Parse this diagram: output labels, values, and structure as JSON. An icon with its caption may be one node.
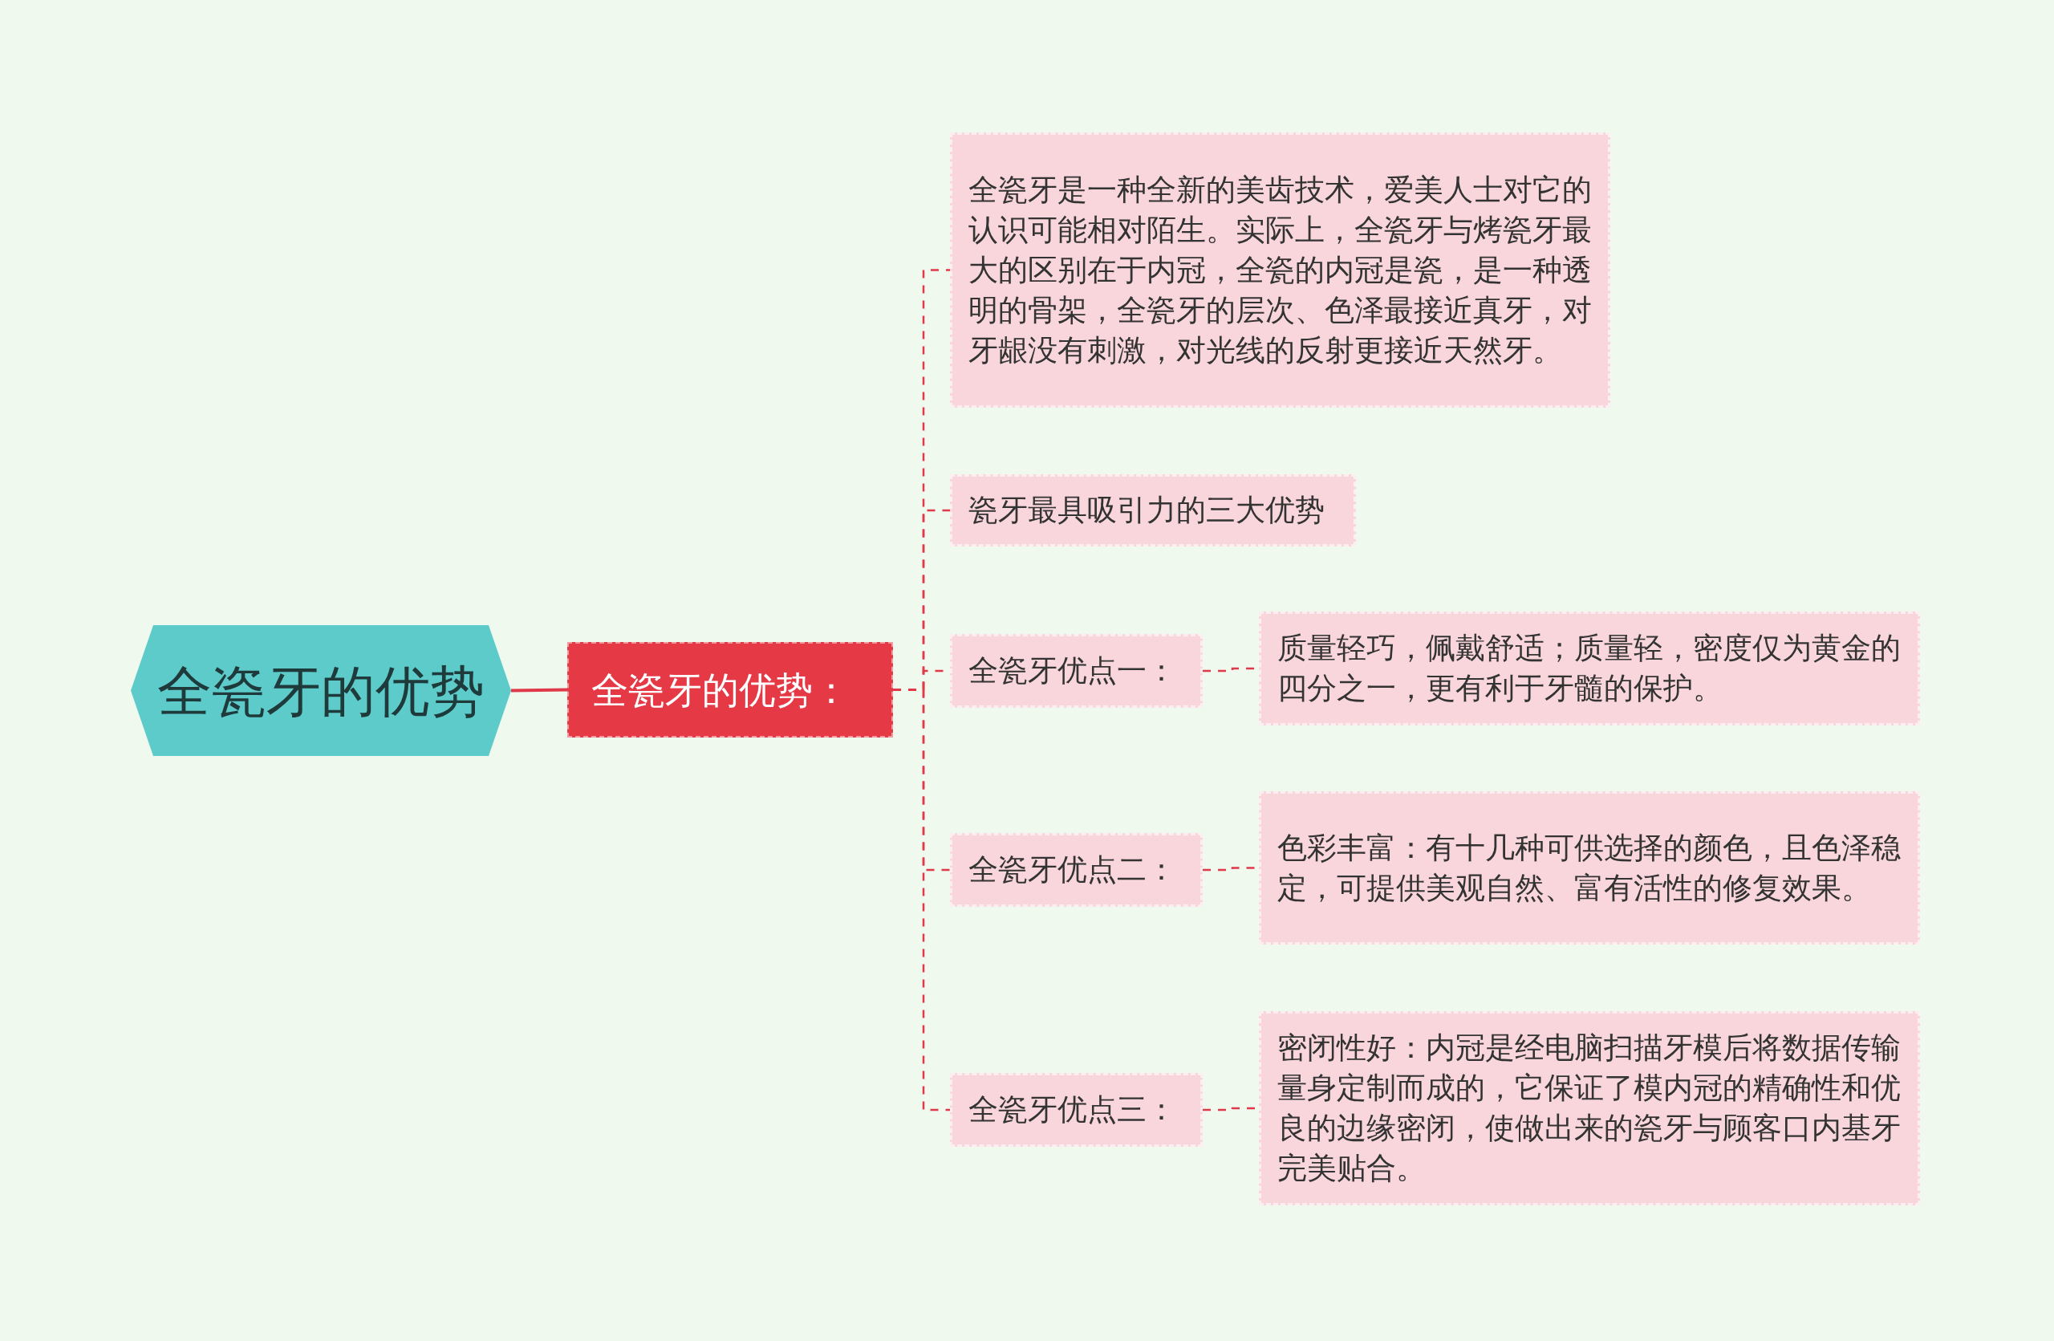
{
  "diagram": {
    "nodes": [
      {
        "text": [
          "全瓷牙的优势"
        ]
      },
      {
        "text": [
          "全瓷牙的优势："
        ]
      },
      {
        "text": [
          "全瓷牙是一种全新的美齿技术，爱美人士对它的认识可能相对陌生。实际上，全瓷牙与烤瓷牙最大的区别在于内冠，全瓷的内冠是瓷，是一种透明的骨架，全瓷牙的层次、色泽最接近真牙，对牙龈没有刺激，对光线的反射更接近天然牙。"
        ]
      },
      {
        "text": [
          "瓷牙最具吸引力的三大优势"
        ]
      },
      {
        "text": [
          "全瓷牙优点一："
        ]
      },
      {
        "text": [
          "质量轻巧，佩戴舒适；质量轻，密度仅为黄金的四分之一，更有利于牙髓的保护。"
        ]
      },
      {
        "text": [
          "全瓷牙优点二："
        ]
      },
      {
        "text": [
          "色彩丰富：有十几种可供选择的颜色，且色泽稳定，可提供美观自然、富有活性的修复效果。"
        ]
      },
      {
        "text": [
          "全瓷牙优点三："
        ]
      },
      {
        "text": [
          "密闭性好：内冠是经电脑扫描牙模后将数据传输量身定制而成的，它保证了模内冠的精确性和优良的边缘密闭，使做出来的瓷牙与顾客口内基牙完美贴合。"
        ]
      }
    ],
    "edges": [
      {
        "from": 0,
        "to": 1,
        "arrow": "none"
      },
      {
        "from": 1,
        "to": 2,
        "arrow": "none",
        "style": "dashed"
      },
      {
        "from": 1,
        "to": 3,
        "arrow": "none",
        "style": "dashed"
      },
      {
        "from": 1,
        "to": 4,
        "arrow": "none",
        "style": "dashed"
      },
      {
        "from": 1,
        "to": 6,
        "arrow": "none",
        "style": "dashed"
      },
      {
        "from": 1,
        "to": 8,
        "arrow": "none",
        "style": "dashed"
      },
      {
        "from": 4,
        "to": 5,
        "arrow": "none",
        "style": "dashed"
      },
      {
        "from": 6,
        "to": 7,
        "arrow": "none",
        "style": "dashed"
      },
      {
        "from": 8,
        "to": 9,
        "arrow": "none",
        "style": "dashed"
      }
    ]
  }
}
